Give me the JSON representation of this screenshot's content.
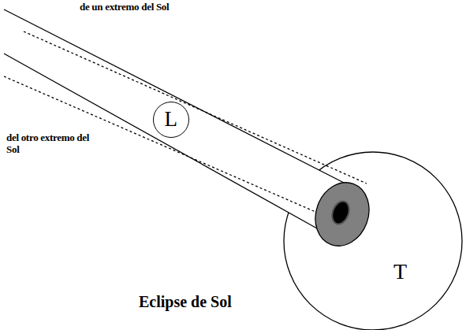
{
  "diagram": {
    "caption": "Eclipse de Sol",
    "nodes": [
      {
        "text": [
          "L"
        ]
      },
      {
        "text": [
          "T"
        ]
      }
    ],
    "labels": [
      "de un extremo del Sol",
      "del otro extremo del Sol"
    ]
  }
}
